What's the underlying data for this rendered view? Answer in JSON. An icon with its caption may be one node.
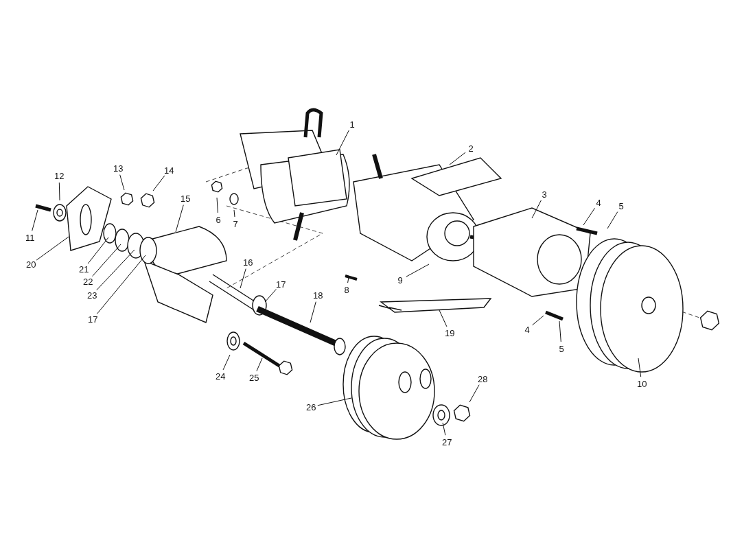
{
  "diagram": {
    "nodes": [
      {
        "text": [
          "1"
        ]
      },
      {
        "text": [
          "2"
        ]
      },
      {
        "text": [
          "3"
        ]
      },
      {
        "text": [
          "4"
        ]
      },
      {
        "text": [
          "5"
        ]
      },
      {
        "text": [
          "6"
        ]
      },
      {
        "text": [
          "7"
        ]
      },
      {
        "text": [
          "8"
        ]
      },
      {
        "text": [
          "9"
        ]
      },
      {
        "text": [
          "10"
        ]
      },
      {
        "text": [
          "11"
        ]
      },
      {
        "text": [
          "12"
        ]
      },
      {
        "text": [
          "13"
        ]
      },
      {
        "text": [
          "14"
        ]
      },
      {
        "text": [
          "15"
        ]
      },
      {
        "text": [
          "16"
        ]
      },
      {
        "text": [
          "17"
        ]
      },
      {
        "text": [
          "18"
        ]
      },
      {
        "text": [
          "19"
        ]
      },
      {
        "text": [
          "20"
        ]
      },
      {
        "text": [
          "21"
        ]
      },
      {
        "text": [
          "22"
        ]
      },
      {
        "text": [
          "23"
        ]
      },
      {
        "text": [
          "17"
        ]
      },
      {
        "text": [
          "4"
        ]
      },
      {
        "text": [
          "5"
        ]
      },
      {
        "text": [
          "24"
        ]
      },
      {
        "text": [
          "25"
        ]
      },
      {
        "text": [
          "26"
        ]
      },
      {
        "text": [
          "27"
        ]
      },
      {
        "text": [
          "28"
        ]
      }
    ],
    "edges": [
      {
        "from": 0,
        "to": null,
        "arrow": "none"
      },
      {
        "from": 1,
        "to": null,
        "arrow": "none"
      },
      {
        "from": 2,
        "to": null,
        "arrow": "none"
      },
      {
        "from": 3,
        "to": null,
        "arrow": "none"
      },
      {
        "from": 4,
        "to": null,
        "arrow": "none"
      },
      {
        "from": 5,
        "to": null,
        "arrow": "none"
      },
      {
        "from": 6,
        "to": null,
        "arrow": "none"
      },
      {
        "from": 7,
        "to": null,
        "arrow": "none"
      },
      {
        "from": 8,
        "to": null,
        "arrow": "none"
      },
      {
        "from": 9,
        "to": null,
        "arrow": "none"
      },
      {
        "from": 10,
        "to": null,
        "arrow": "none"
      },
      {
        "from": 11,
        "to": null,
        "arrow": "none"
      },
      {
        "from": 12,
        "to": null,
        "arrow": "none"
      },
      {
        "from": 13,
        "to": null,
        "arrow": "none"
      },
      {
        "from": 14,
        "to": null,
        "arrow": "none"
      },
      {
        "from": 15,
        "to": null,
        "arrow": "none"
      },
      {
        "from": 16,
        "to": null,
        "arrow": "none"
      },
      {
        "from": 17,
        "to": null,
        "arrow": "none"
      },
      {
        "from": 18,
        "to": null,
        "arrow": "none"
      },
      {
        "from": 19,
        "to": null,
        "arrow": "none"
      },
      {
        "from": 20,
        "to": null,
        "arrow": "none"
      },
      {
        "from": 21,
        "to": null,
        "arrow": "none"
      },
      {
        "from": 22,
        "to": null,
        "arrow": "none"
      },
      {
        "from": 23,
        "to": null,
        "arrow": "none"
      },
      {
        "from": 24,
        "to": null,
        "arrow": "none"
      },
      {
        "from": 25,
        "to": null,
        "arrow": "none"
      },
      {
        "from": 26,
        "to": null,
        "arrow": "none"
      },
      {
        "from": 27,
        "to": null,
        "arrow": "none"
      },
      {
        "from": 28,
        "to": null,
        "arrow": "none"
      },
      {
        "from": 29,
        "to": null,
        "arrow": "none"
      },
      {
        "from": 30,
        "to": null,
        "arrow": "none"
      }
    ]
  }
}
